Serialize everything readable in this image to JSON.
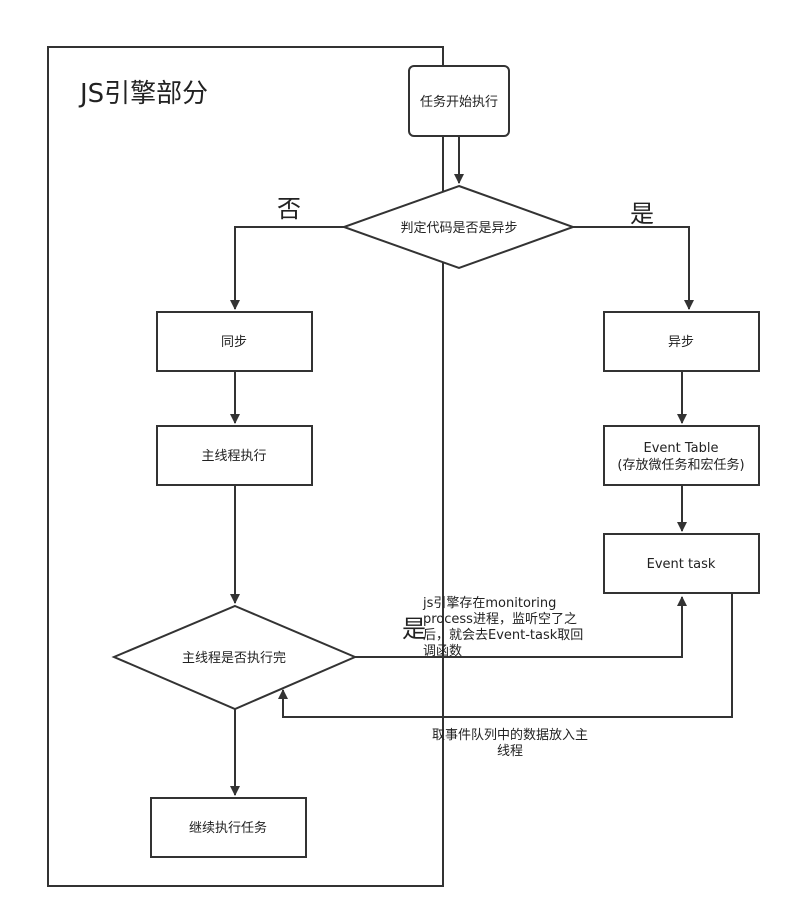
{
  "engine_region": {
    "title": "JS引擎部分"
  },
  "nodes": {
    "start": "任务开始执行",
    "decision_async": "判定代码是否是异步",
    "sync": "同步",
    "main_exec": "主线程执行",
    "main_done": "主线程是否执行完",
    "continue": "继续执行任务",
    "async": "异步",
    "event_table_line1": "Event Table",
    "event_table_line2": "(存放微任务和宏任务)",
    "event_task": "Event task"
  },
  "edge_labels": {
    "no": "否",
    "yes_async": "是",
    "yes_done": "是"
  },
  "annotations": {
    "monitoring_line1": "js引擎存在monitoring",
    "monitoring_line2": "process进程，监听空了之",
    "monitoring_line3": "后，就会去Event-task取回",
    "monitoring_line4": "调函数",
    "callback_line1": "取事件队列中的数据放入主",
    "callback_line2": "线程"
  }
}
